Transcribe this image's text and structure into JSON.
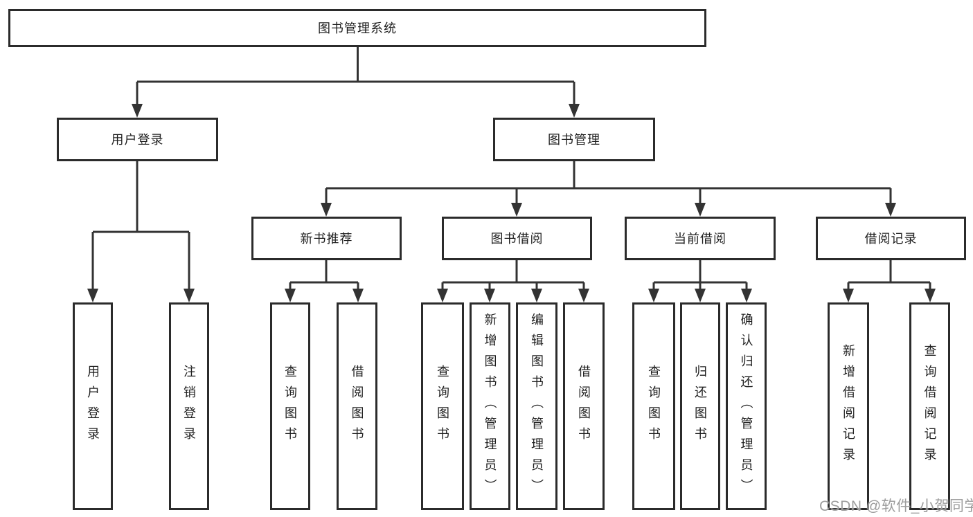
{
  "tree": {
    "label": "图书管理系统",
    "children": [
      {
        "label": "用户登录",
        "children": [
          {
            "label": "用户登录"
          },
          {
            "label": "注销登录"
          }
        ]
      },
      {
        "label": "图书管理",
        "children": [
          {
            "label": "新书推荐",
            "children": [
              {
                "label": "查询图书"
              },
              {
                "label": "借阅图书"
              }
            ]
          },
          {
            "label": "图书借阅",
            "children": [
              {
                "label": "查询图书"
              },
              {
                "label": "新增图书（管理员）"
              },
              {
                "label": "编辑图书（管理员）"
              },
              {
                "label": "借阅图书"
              }
            ]
          },
          {
            "label": "当前借阅",
            "children": [
              {
                "label": "查询图书"
              },
              {
                "label": "归还图书"
              },
              {
                "label": "确认归还（管理员）"
              }
            ]
          },
          {
            "label": "借阅记录",
            "children": [
              {
                "label": "新增借阅记录"
              },
              {
                "label": "查询借阅记录"
              }
            ]
          }
        ]
      }
    ]
  },
  "watermark": {
    "text": "CSDN @软件_小贺同学",
    "color": "#989898"
  },
  "colors": {
    "background": "#ffffff",
    "box_border": "#2b2b2b",
    "connector_line": "#333333",
    "text": "#1e1e1e"
  }
}
